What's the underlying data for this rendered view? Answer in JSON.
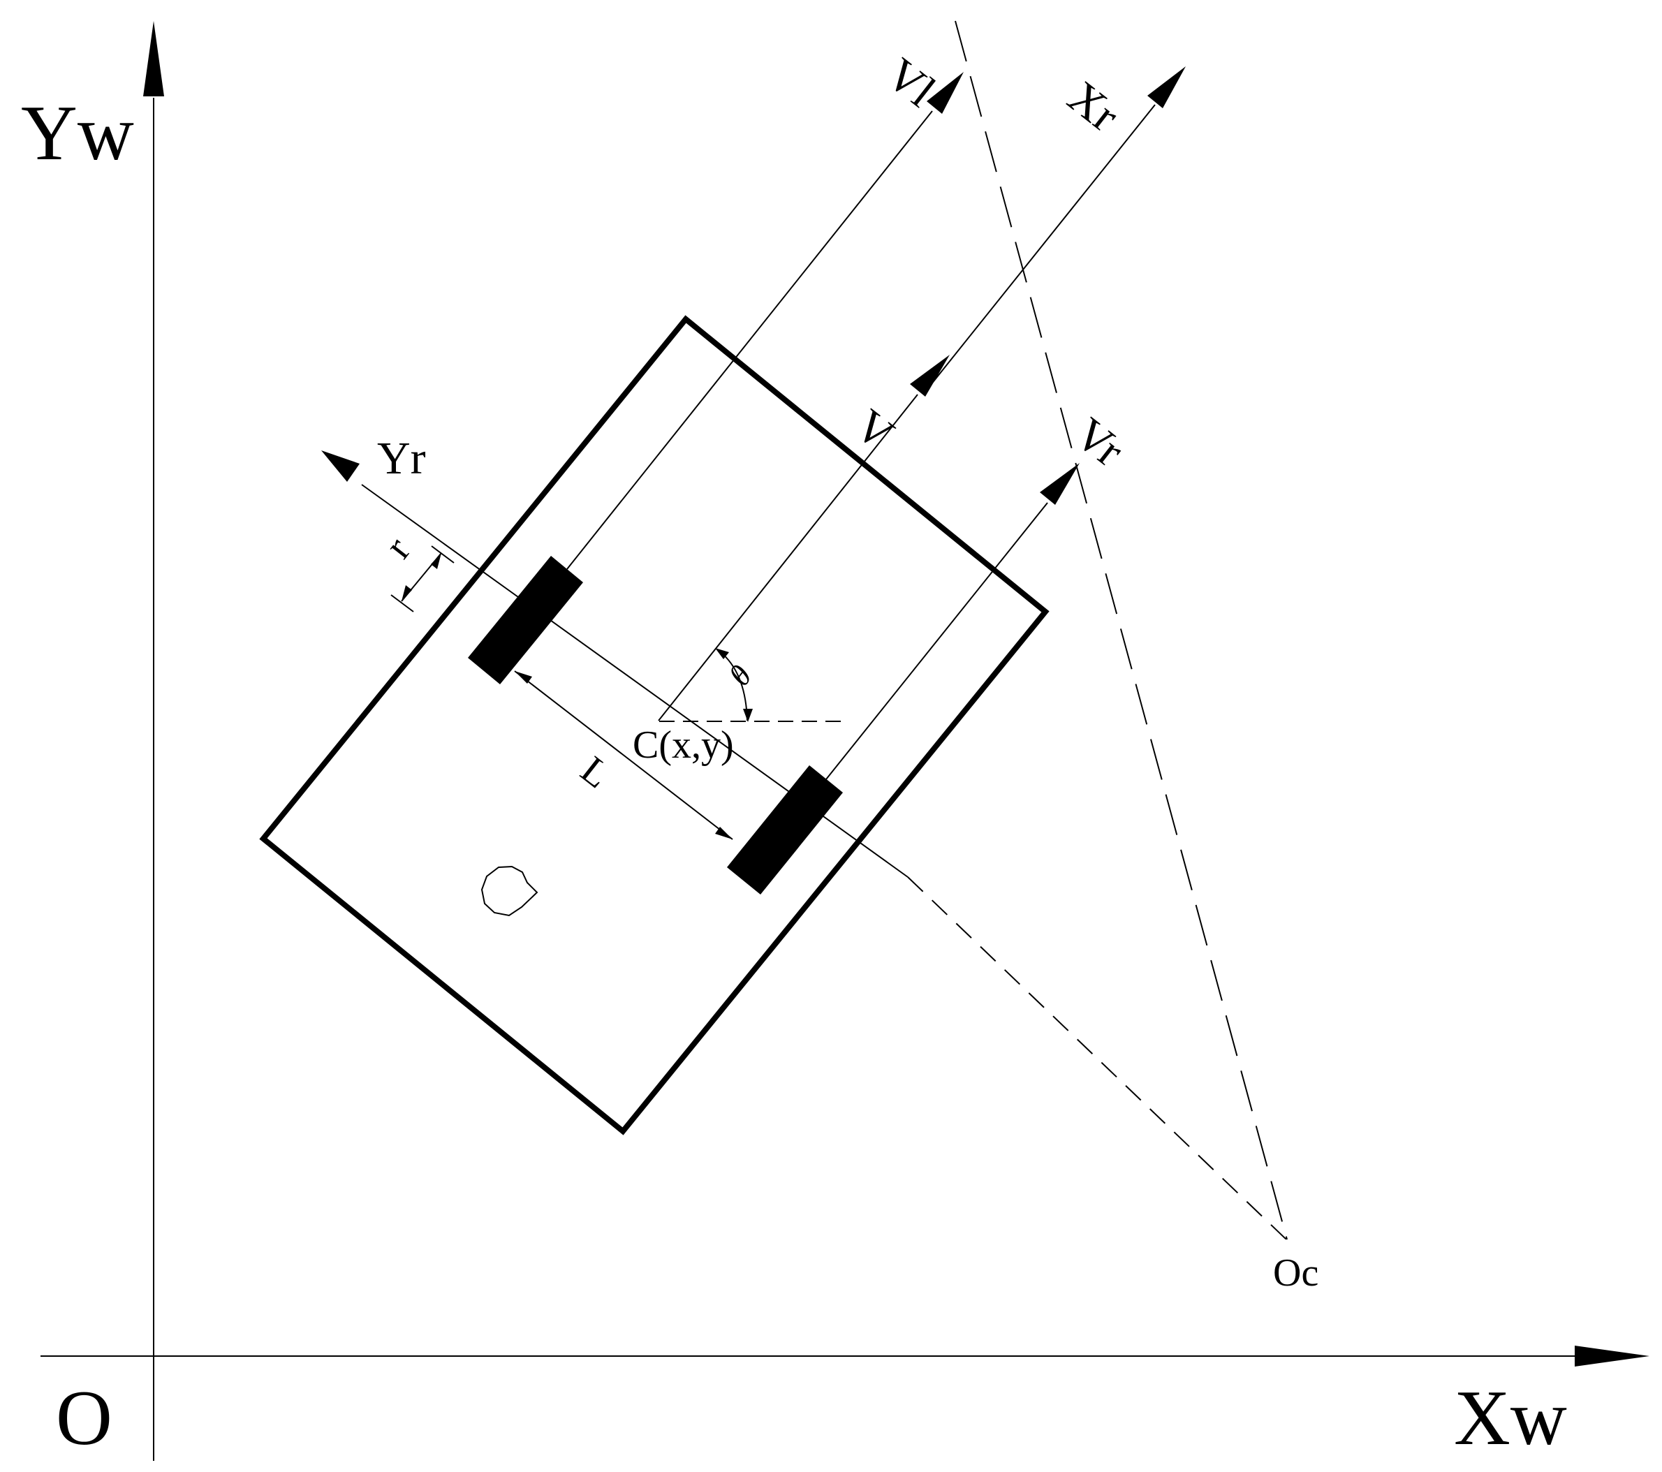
{
  "labels": {
    "origin": "O",
    "world_x_axis": "Xw",
    "world_y_axis": "Yw",
    "robot_x_axis": "Xr",
    "robot_y_axis": "Yr",
    "velocity_left": "Vl",
    "velocity_center": "V",
    "velocity_right": "Vr",
    "center_point": "C(x,y)",
    "instant_center": "Oc",
    "wheel_base": "L",
    "wheel_radius": "r",
    "heading_angle": "θ"
  },
  "colors": {
    "ink": "#000000",
    "background": "#ffffff"
  }
}
